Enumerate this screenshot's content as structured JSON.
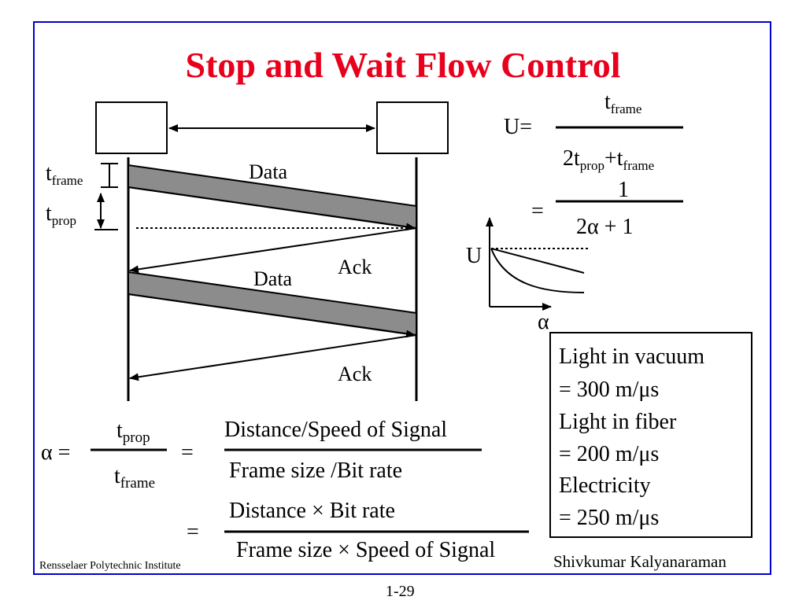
{
  "slide": {
    "title": "Stop and Wait Flow Control",
    "page_number": "1-29",
    "institution": "Rensselaer Polytechnic Institute",
    "author": "Shivkumar Kalyanaraman"
  },
  "timing_diagram": {
    "t_frame_base": "t",
    "t_frame_sub": "frame",
    "t_prop_base": "t",
    "t_prop_sub": "prop",
    "data_label_1": "Data",
    "ack_label_1": "Ack",
    "data_label_2": "Data",
    "ack_label_2": "Ack"
  },
  "utilization": {
    "u_eq": "U=",
    "num_t": "t",
    "num_sub": "frame",
    "den_2t": "2t",
    "den_prop": "prop",
    "den_plus_t": "+t",
    "den_frame": "frame",
    "eq2": "=",
    "num2": "1",
    "den2": "2α + 1"
  },
  "graph": {
    "y_label": "U",
    "x_label": "α"
  },
  "alpha_formula": {
    "lhs": "α =",
    "num_t": "t",
    "num_sub": "prop",
    "den_t": "t",
    "den_sub": "frame",
    "eq1": "=",
    "num1": "Distance/Speed of Signal",
    "den1": "Frame size /Bit rate",
    "eq2": "=",
    "num2": "Distance × Bit rate",
    "den2": "Frame size × Speed of Signal"
  },
  "speed_box": {
    "lines": [
      "Light in vacuum",
      " =  300 m/μs",
      "Light in fiber",
      "= 200 m/μs",
      "Electricity",
      "= 250 m/μs"
    ]
  }
}
